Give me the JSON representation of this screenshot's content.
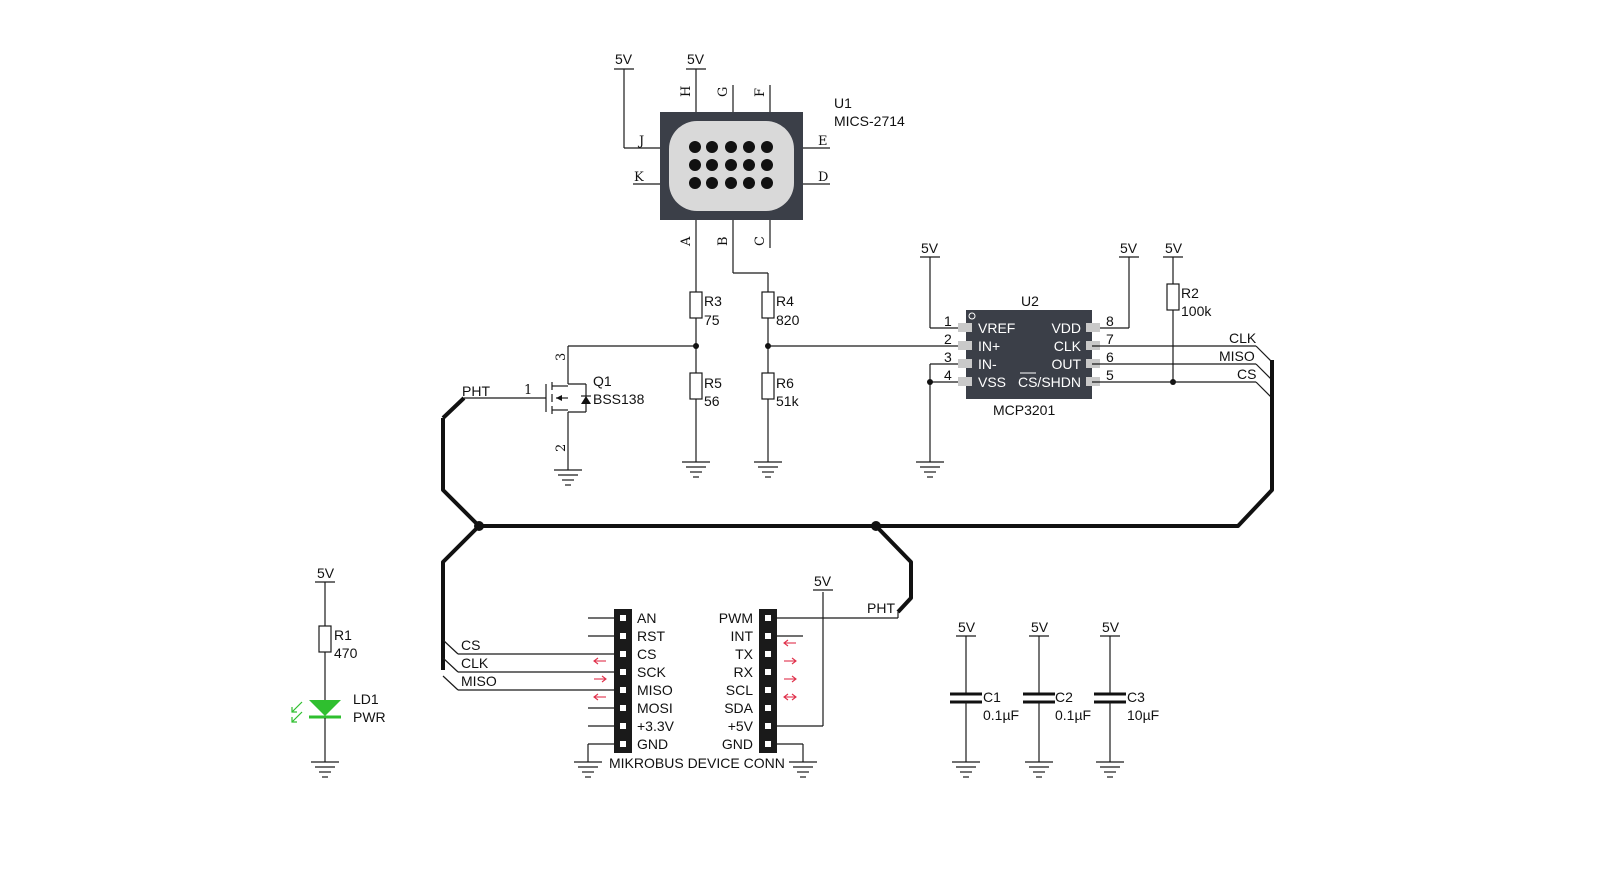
{
  "supply": "5V",
  "sensor": {
    "ref": "U1",
    "part": "MICS-2714",
    "pins": {
      "a": "A",
      "b": "B",
      "c": "C",
      "d": "D",
      "e": "E",
      "f": "F",
      "g": "G",
      "h": "H",
      "j": "J",
      "k": "K"
    }
  },
  "resistors": {
    "r1": {
      "ref": "R1",
      "value": "470"
    },
    "r2": {
      "ref": "R2",
      "value": "100k"
    },
    "r3": {
      "ref": "R3",
      "value": "75"
    },
    "r4": {
      "ref": "R4",
      "value": "820"
    },
    "r5": {
      "ref": "R5",
      "value": "56"
    },
    "r6": {
      "ref": "R6",
      "value": "51k"
    }
  },
  "mosfet": {
    "ref": "Q1",
    "part": "BSS138",
    "pin_gate": "1",
    "pin_source": "2",
    "pin_drain": "3"
  },
  "adc": {
    "ref": "U2",
    "part": "MCP3201",
    "left_pins": [
      {
        "num": "1",
        "name": "VREF"
      },
      {
        "num": "2",
        "name": "IN+"
      },
      {
        "num": "3",
        "name": "IN-"
      },
      {
        "num": "4",
        "name": "VSS"
      }
    ],
    "right_pins": [
      {
        "num": "8",
        "name": "VDD"
      },
      {
        "num": "7",
        "name": "CLK"
      },
      {
        "num": "6",
        "name": "OUT"
      },
      {
        "num": "5",
        "name": "CS/SHDN"
      }
    ]
  },
  "nets": {
    "pht": "PHT",
    "clk": "CLK",
    "miso": "MISO",
    "cs": "CS"
  },
  "led": {
    "ref": "LD1",
    "name": "PWR"
  },
  "capacitors": [
    {
      "ref": "C1",
      "value": "0.1µF"
    },
    {
      "ref": "C2",
      "value": "0.1µF"
    },
    {
      "ref": "C3",
      "value": "10µF"
    }
  ],
  "mikrobus": {
    "title": "MIKROBUS DEVICE CONN",
    "left": [
      "AN",
      "RST",
      "CS",
      "SCK",
      "MISO",
      "MOSI",
      "+3.3V",
      "GND"
    ],
    "right": [
      "PWM",
      "INT",
      "TX",
      "RX",
      "SCL",
      "SDA",
      "+5V",
      "GND"
    ]
  },
  "colors": {
    "chip": "#3b3f48",
    "led": "#2fbf2f",
    "arrow": "#e0304a"
  }
}
